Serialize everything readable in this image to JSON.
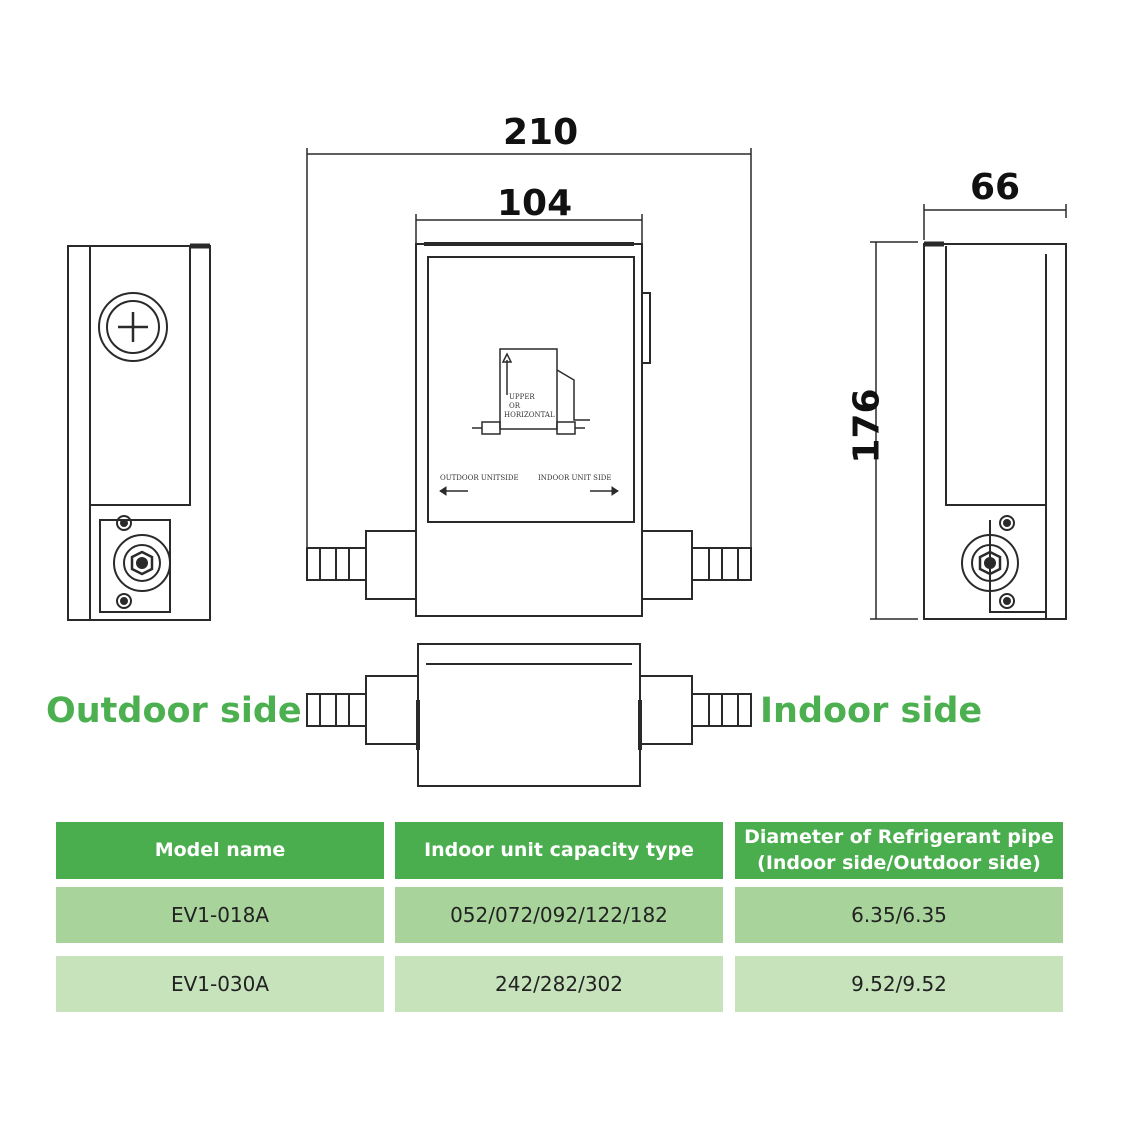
{
  "dimensions": {
    "overall_width": "210",
    "body_width": "104",
    "depth": "66",
    "height": "176"
  },
  "labels": {
    "outdoor_side": "Outdoor side",
    "indoor_side": "Indoor side",
    "plate_upper": "UPPER",
    "plate_or": "OR",
    "plate_horizontal": "HORIZONTAL",
    "plate_outdoor": "OUTDOOR UNITSIDE",
    "plate_indoor": "INDOOR UNIT SIDE"
  },
  "colors": {
    "brand_green": "#4cb050",
    "header_green": "#4aae4e",
    "row1_green": "#a8d49b",
    "row2_green": "#c6e3bb",
    "line": "#2a2a2a"
  },
  "table": {
    "headers": [
      [
        "Model name"
      ],
      [
        "Indoor unit capacity type"
      ],
      [
        "Diameter of Refrigerant pipe",
        "(Indoor side/Outdoor side)"
      ]
    ],
    "rows": [
      [
        "EV1-018A",
        "052/072/092/122/182",
        "6.35/6.35"
      ],
      [
        "EV1-030A",
        "242/282/302",
        "9.52/9.52"
      ]
    ]
  }
}
